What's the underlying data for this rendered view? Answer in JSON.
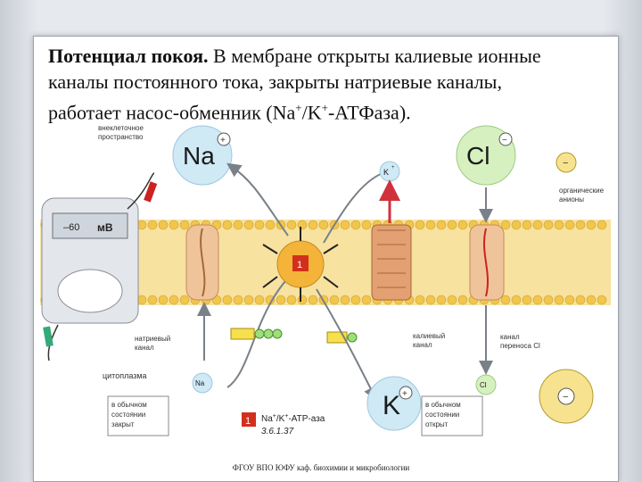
{
  "caption": {
    "bold": "Потенциал покоя.",
    "line1_rest": " В мембране открыты калиевые ионные",
    "line2": "каналы постоянного тока, закрыты натриевые каналы,",
    "line3_pre": "работает насос-обменник (Na",
    "sup1": "+",
    "line3_mid": "/K",
    "sup2": "+",
    "line3_post": "-АТФаза)."
  },
  "labels": {
    "extracellular_1": "внеклеточное",
    "extracellular_2": "пространство",
    "cytoplasm": "цитоплазма",
    "voltmeter_value": "–60",
    "voltmeter_unit": "мВ",
    "na_big": "Na",
    "cl_big": "Cl",
    "k_big": "K",
    "k_small_top": "K",
    "na_small": "Na",
    "cl_small": "Cl",
    "organic_1": "органические",
    "organic_2": "анионы",
    "sodium_channel_1": "натриевый",
    "sodium_channel_2": "канал",
    "potassium_channel_1": "калиевый",
    "potassium_channel_2": "канал",
    "cl_transport_1": "канал",
    "cl_transport_2": "переноса Cl",
    "closed_1": "в обычном",
    "closed_2": "состоянии",
    "closed_3": "закрыт",
    "open_1": "в обычном",
    "open_2": "состоянии",
    "open_3": "открыт",
    "pump_number": "1",
    "legend_number": "1",
    "legend_line1": "Na",
    "legend_line1_b": "/K",
    "legend_line1_c": "-АТР-аза",
    "legend_line2": "3.6.1.37",
    "plus": "+",
    "minus": "−"
  },
  "colors": {
    "membrane": "#f3d27a",
    "membrane_head": "#f2c64a",
    "channel": "#f0c49a",
    "ion_circle": "#cfe9f5",
    "cl_circle": "#d6f0c0",
    "pump": "#f4b43a",
    "arrow": "#7a8087",
    "red_arrow": "#d0313a"
  },
  "footer": "ФГОУ ВПО ЮФУ каф. биохимии и микробиологии"
}
